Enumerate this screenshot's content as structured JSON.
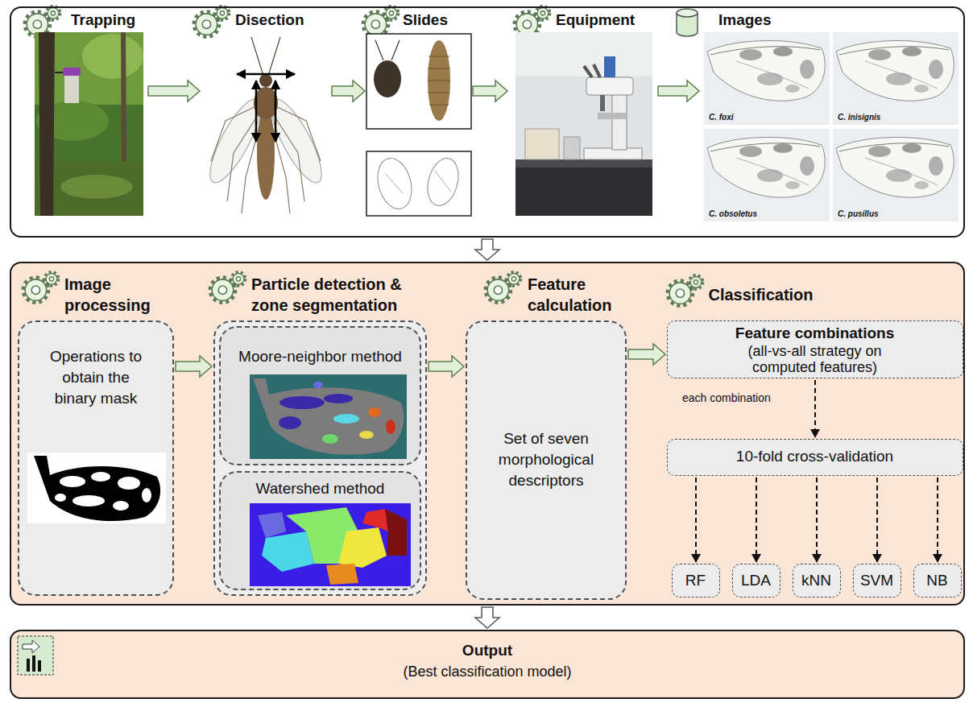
{
  "diagram": {
    "nodes": [
      {
        "text": []
      },
      {
        "text": [
          "Trapping"
        ],
        "in": 0
      },
      {
        "text": [
          "Disection"
        ],
        "in": 0
      },
      {
        "text": [
          "Slides"
        ],
        "in": 0
      },
      {
        "text": [
          "Equipment"
        ],
        "in": 0
      },
      {
        "text": [
          "Images"
        ],
        "in": 0
      },
      {
        "text": []
      },
      {
        "text": [
          "Image processing",
          "Operations to obtain the binary mask"
        ],
        "in": 6
      },
      {
        "text": [
          "Particle detection & zone segmentation"
        ],
        "in": 6
      },
      {
        "text": [
          "Moore-neighbor method"
        ],
        "in": 8
      },
      {
        "text": [
          "Watershed method"
        ],
        "in": 8
      },
      {
        "text": [
          "Feature calculation",
          "Set of seven morphological descriptors"
        ],
        "in": 6
      },
      {
        "text": [
          "Classification",
          "Feature combinations",
          "(all-vs-all strategy on computed features)"
        ],
        "in": 6
      },
      {
        "text": [
          "10-fold cross-validation"
        ],
        "in": 6
      },
      {
        "text": [
          "RF"
        ],
        "in": 6
      },
      {
        "text": [
          "LDA"
        ],
        "in": 6
      },
      {
        "text": [
          "kNN"
        ],
        "in": 6
      },
      {
        "text": [
          "SVM"
        ],
        "in": 6
      },
      {
        "text": [
          "NB"
        ],
        "in": 6
      },
      {
        "text": [
          "Output",
          "(Best classification model)"
        ]
      }
    ],
    "edges": [
      {
        "from": 1,
        "to": 2,
        "arrow": "to"
      },
      {
        "from": 2,
        "to": 3,
        "arrow": "to"
      },
      {
        "from": 3,
        "to": 4,
        "arrow": "to"
      },
      {
        "from": 4,
        "to": 5,
        "arrow": "to"
      },
      {
        "from": 0,
        "to": 6,
        "arrow": "to"
      },
      {
        "from": 6,
        "to": 19,
        "arrow": "to"
      },
      {
        "from": 7,
        "to": 8,
        "arrow": "to"
      },
      {
        "from": 8,
        "to": 11,
        "arrow": "to"
      },
      {
        "from": 11,
        "to": 12,
        "arrow": "to"
      },
      {
        "from": 12,
        "to": 13,
        "label": "each combination",
        "arrow": "to"
      },
      {
        "from": 13,
        "to": 14,
        "arrow": "to"
      },
      {
        "from": 13,
        "to": 15,
        "arrow": "to"
      },
      {
        "from": 13,
        "to": 16,
        "arrow": "to"
      },
      {
        "from": 13,
        "to": 17,
        "arrow": "to"
      },
      {
        "from": 13,
        "to": 18,
        "arrow": "to"
      }
    ],
    "labels": [
      "C. foxi",
      "C. inisignis",
      "C. obsoletus",
      "C. pusillus"
    ]
  }
}
